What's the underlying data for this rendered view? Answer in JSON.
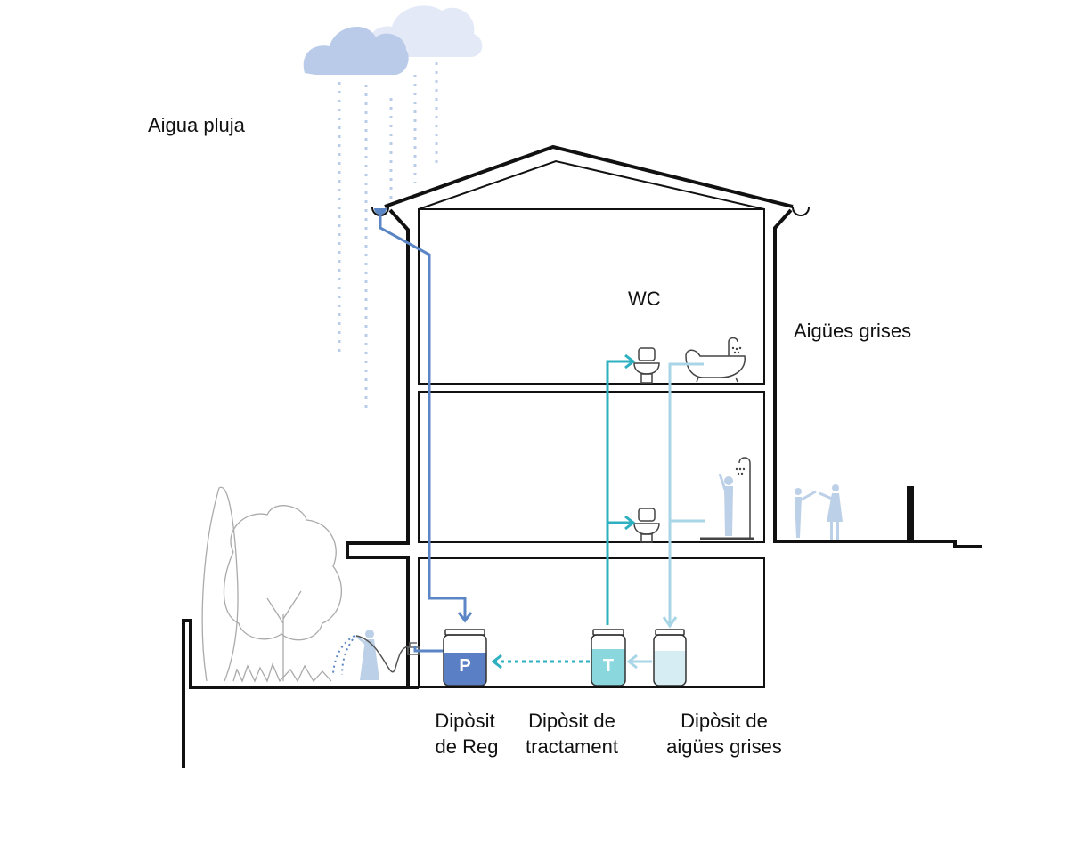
{
  "labels": {
    "rain": "Aigua pluja",
    "wc": "WC",
    "grey": "Aigües grises"
  },
  "tanks": [
    {
      "id": "reg",
      "letter": "P",
      "caption_1": "Dipòsit",
      "caption_2": "de Reg"
    },
    {
      "id": "tract",
      "letter": "T",
      "caption_1": "Dipòsit de",
      "caption_2": "tractament"
    },
    {
      "id": "grey",
      "letter": "",
      "caption_1": "Dipòsit de",
      "caption_2": "aigües grises"
    }
  ],
  "colors": {
    "outline": "#111111",
    "rain_pipe": "#5b86c5",
    "treated_pipe": "#2fb0c0",
    "grey_pipe": "#a9d6e6",
    "cloud_back": "#e3e9f6",
    "cloud_front": "#b9cbe8",
    "rain_drops": "#b9cde8",
    "tank_p_fill": "#5b7fc4",
    "tank_t_fill": "#8ad8de",
    "tank_grey_fill": "#d6eef3",
    "people": "#bcd0e8",
    "vegetation": "#aaaaaa"
  },
  "icons": [
    "cloud-icon",
    "toilet-icon",
    "bathtub-icon",
    "shower-icon",
    "person-icon",
    "tree-icon",
    "faucet-icon",
    "garden-hose-icon"
  ]
}
